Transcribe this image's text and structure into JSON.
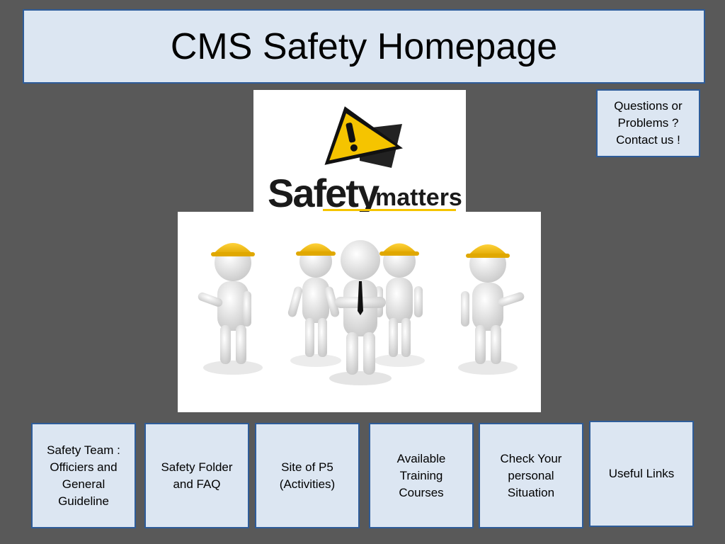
{
  "title": "CMS Safety Homepage",
  "contact": {
    "label": "Questions or\nProblems ?\nContact us !"
  },
  "logo": {
    "word_main": "Safety",
    "word_sub": "matters",
    "icon": "warning-sign-icon",
    "colors": {
      "sign_yellow": "#f5c400",
      "text": "#1a1a1a",
      "underline": "#f5c400"
    }
  },
  "illustration": {
    "icon": "hardhat-workers-illustration"
  },
  "nav": [
    {
      "label": "Safety Team :\nOfficiers and\nGeneral\nGuideline"
    },
    {
      "label": "Safety Folder\nand FAQ"
    },
    {
      "label": "Site  of  P5\n(Activities)"
    },
    {
      "label": "Available\nTraining\nCourses"
    },
    {
      "label": "Check Your\npersonal\nSituation"
    },
    {
      "label": "Useful Links"
    }
  ],
  "colors": {
    "background": "#595959",
    "box_fill": "#dce6f2",
    "box_border": "#2e5c99"
  }
}
